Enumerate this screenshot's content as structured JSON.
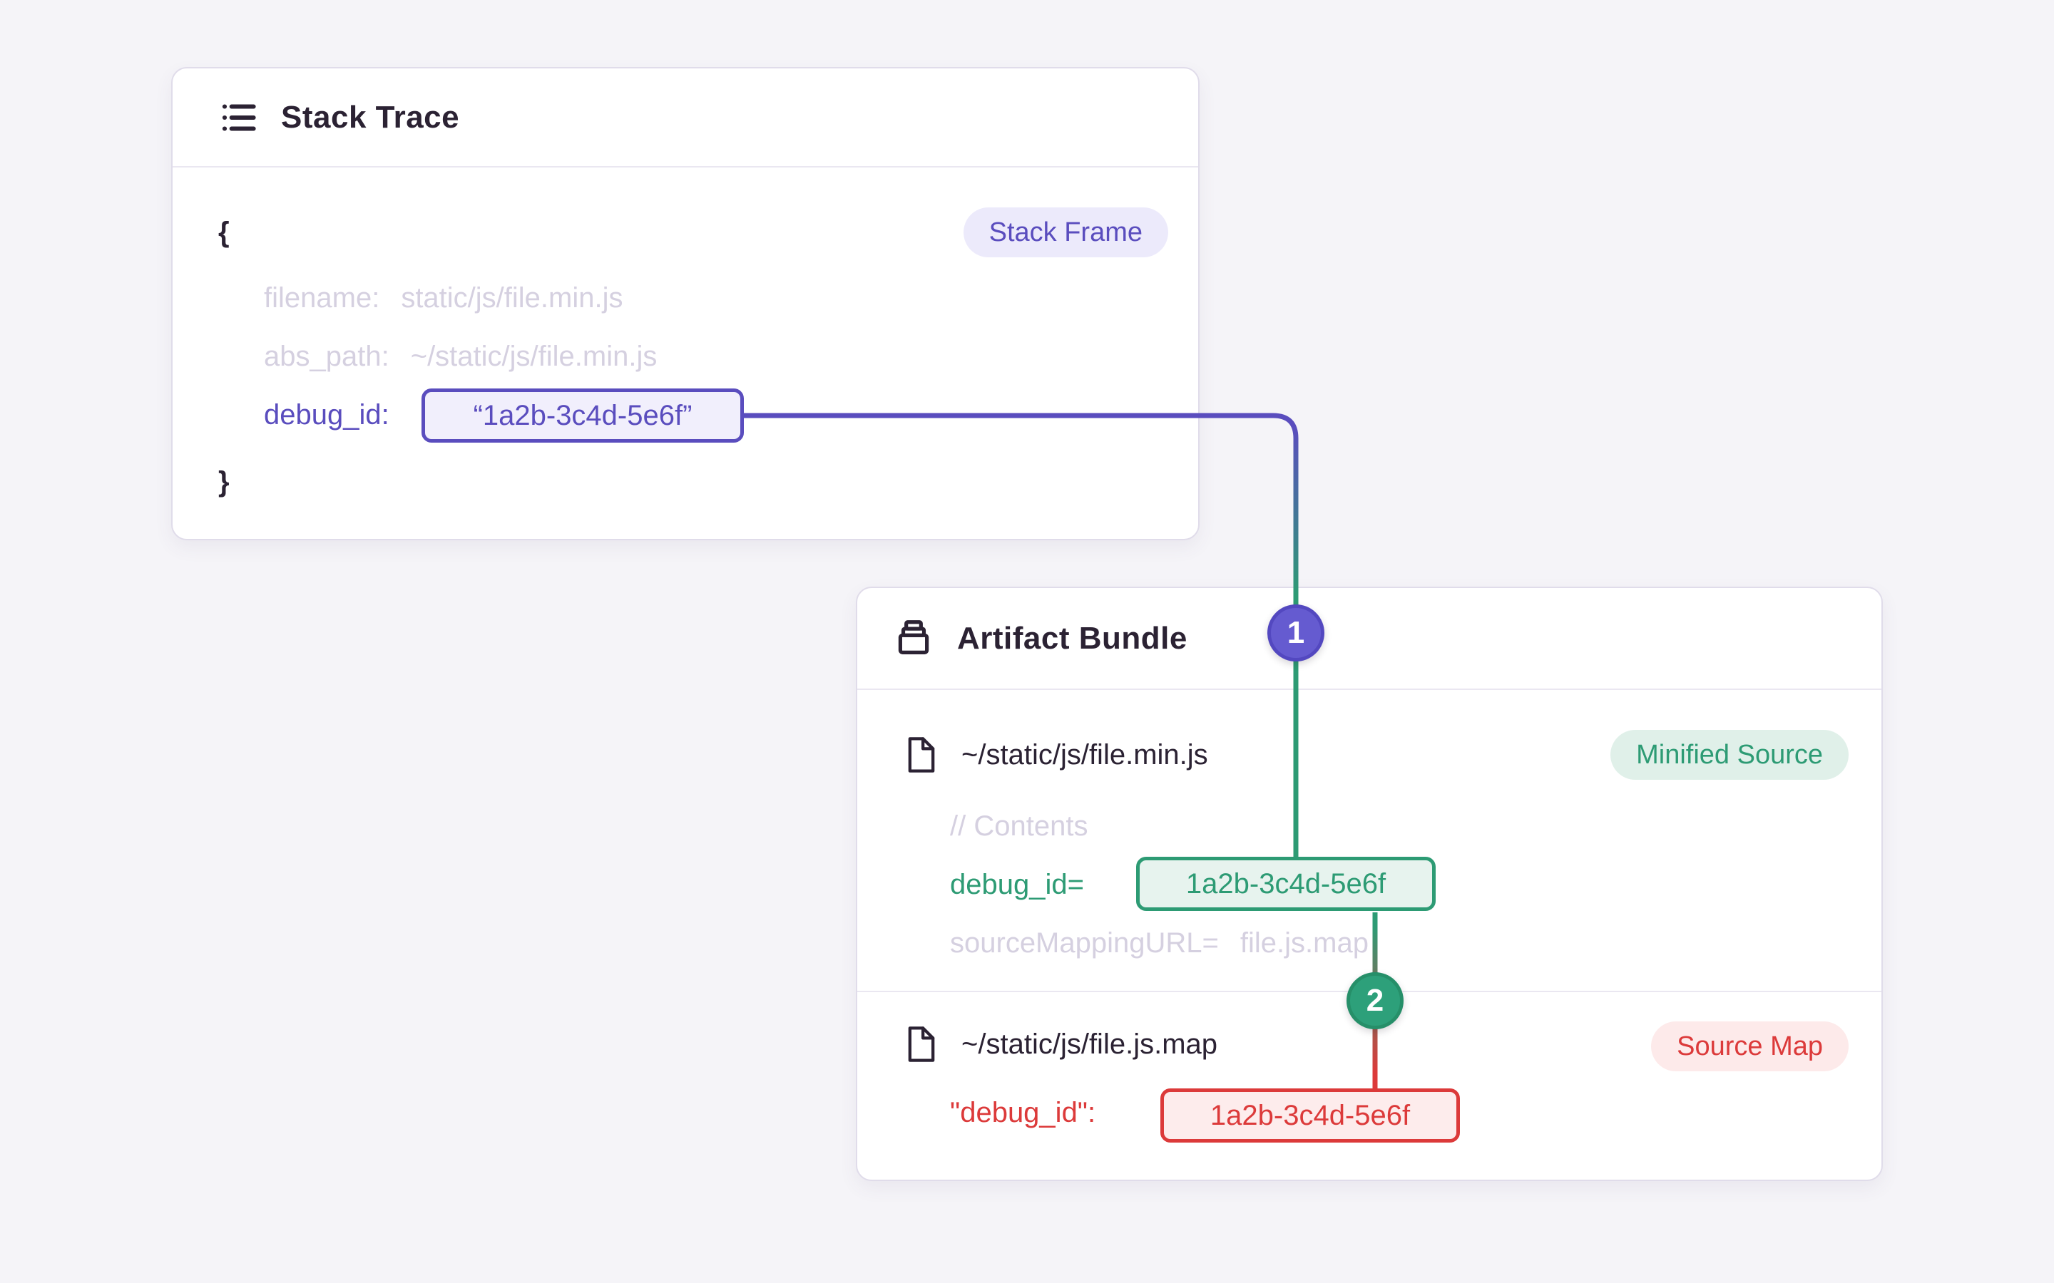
{
  "page": {
    "background": "#f5f4f8"
  },
  "palette": {
    "ink": "#2b2233",
    "muted_text": "#d5d0e0",
    "purple": "#5a4dbe",
    "purple_badge_bg": "#eceafb",
    "purple_box_bg": "#f1effc",
    "green": "#2d9b74",
    "green_badge_bg": "#e0f0e9",
    "green_box_bg": "#e7f3ee",
    "red": "#dc3a3a",
    "red_badge_bg": "#fdeaea",
    "red_box_bg": "#fdecec",
    "card_border": "#e0dcea",
    "marker1_fill": "#655bd0",
    "marker2_fill": "#2da07a"
  },
  "icons": {
    "stack_trace": "list-icon",
    "artifact_bundle": "archive-box-icon",
    "file": "file-icon"
  },
  "stack_trace": {
    "title": "Stack Trace",
    "frame_badge": "Stack Frame",
    "open_brace": "{",
    "close_brace": "}",
    "fields": [
      {
        "label": "filename:",
        "value": "static/js/file.min.js"
      },
      {
        "label": "abs_path:",
        "value": "~/static/js/file.min.js"
      },
      {
        "label": "debug_id:",
        "value": "“1a2b-3c4d-5e6f”"
      }
    ]
  },
  "artifact_bundle": {
    "title": "Artifact Bundle",
    "minified_file": {
      "path": "~/static/js/file.min.js",
      "badge": "Minified Source",
      "comment": "// Contents",
      "debug_label": "debug_id=",
      "debug_value": "1a2b-3c4d-5e6f",
      "mapping_label": "sourceMappingURL=",
      "mapping_value": "file.js.map"
    },
    "sourcemap_file": {
      "path": "~/static/js/file.js.map",
      "badge": "Source Map",
      "debug_label": "\"debug_id\":",
      "debug_value": "1a2b-3c4d-5e6f"
    }
  },
  "connectors": {
    "step1": "1",
    "step2": "2"
  }
}
